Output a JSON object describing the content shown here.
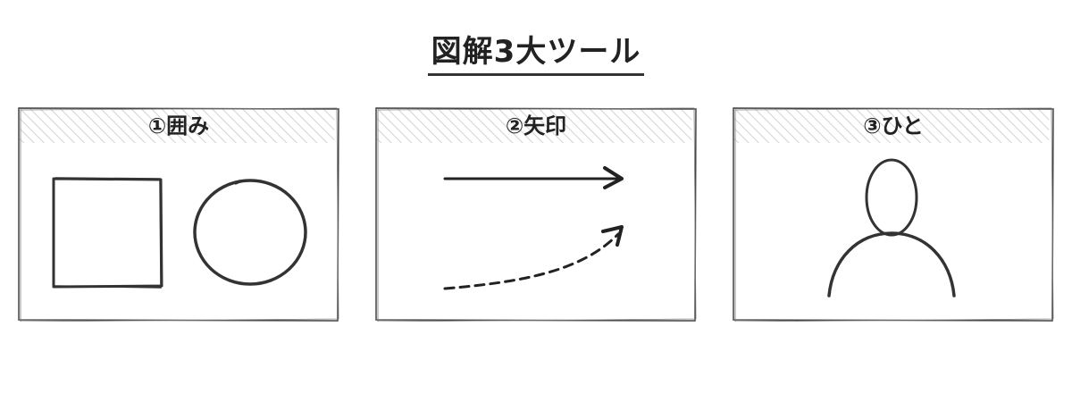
{
  "title": "図解3大ツール",
  "panels": [
    {
      "label": "①囲み"
    },
    {
      "label": "②矢印"
    },
    {
      "label": "③ひと"
    }
  ],
  "colors": {
    "stroke": "#333333",
    "hatch": "#cfcfcf",
    "text": "#222222"
  },
  "icons": [
    "square-icon",
    "circle-icon",
    "solid-arrow-icon",
    "dashed-arrow-icon",
    "person-icon"
  ]
}
